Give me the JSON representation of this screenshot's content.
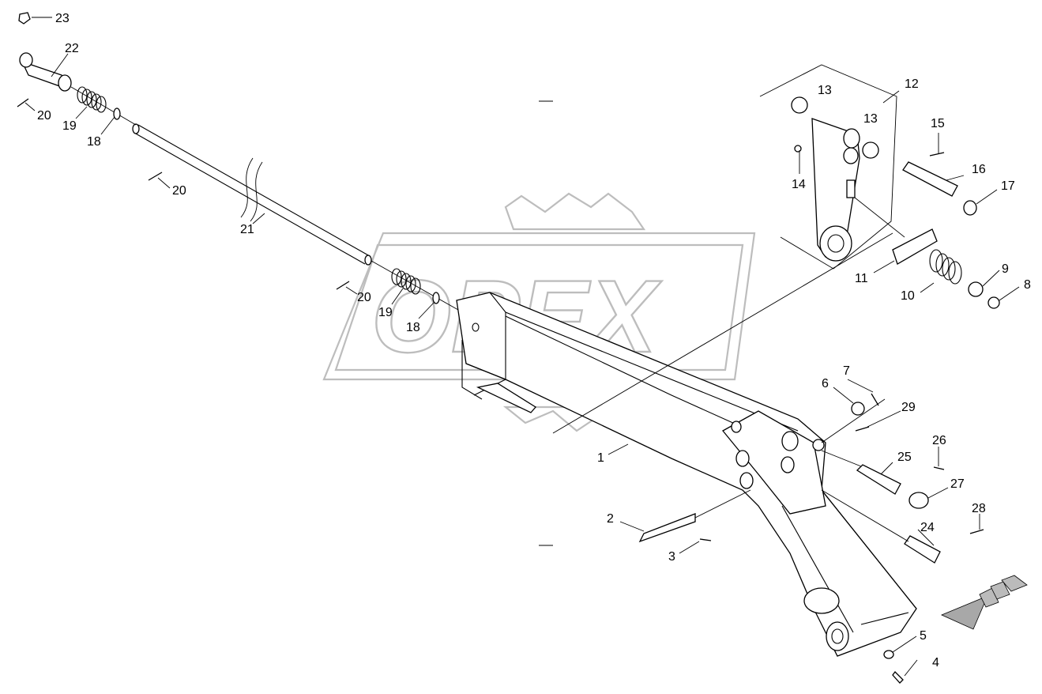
{
  "watermark": {
    "text": "OPEX"
  },
  "callouts": {
    "c1": "1",
    "c2": "2",
    "c3": "3",
    "c4": "4",
    "c5": "5",
    "c6": "6",
    "c7": "7",
    "c8": "8",
    "c9": "9",
    "c10": "10",
    "c11": "11",
    "c12": "12",
    "c13a": "13",
    "c13b": "13",
    "c14": "14",
    "c15": "15",
    "c16": "16",
    "c17": "17",
    "c18a": "18",
    "c18b": "18",
    "c19a": "19",
    "c19b": "19",
    "c20a": "20",
    "c20b": "20",
    "c20c": "20",
    "c21": "21",
    "c22": "22",
    "c23": "23",
    "c24": "24",
    "c25": "25",
    "c26": "26",
    "c27": "27",
    "c28": "28",
    "c29": "29"
  },
  "colors": {
    "line": "#000000",
    "watermark": "#bdbdbd",
    "arrow_fill": "#a8a8a8"
  }
}
